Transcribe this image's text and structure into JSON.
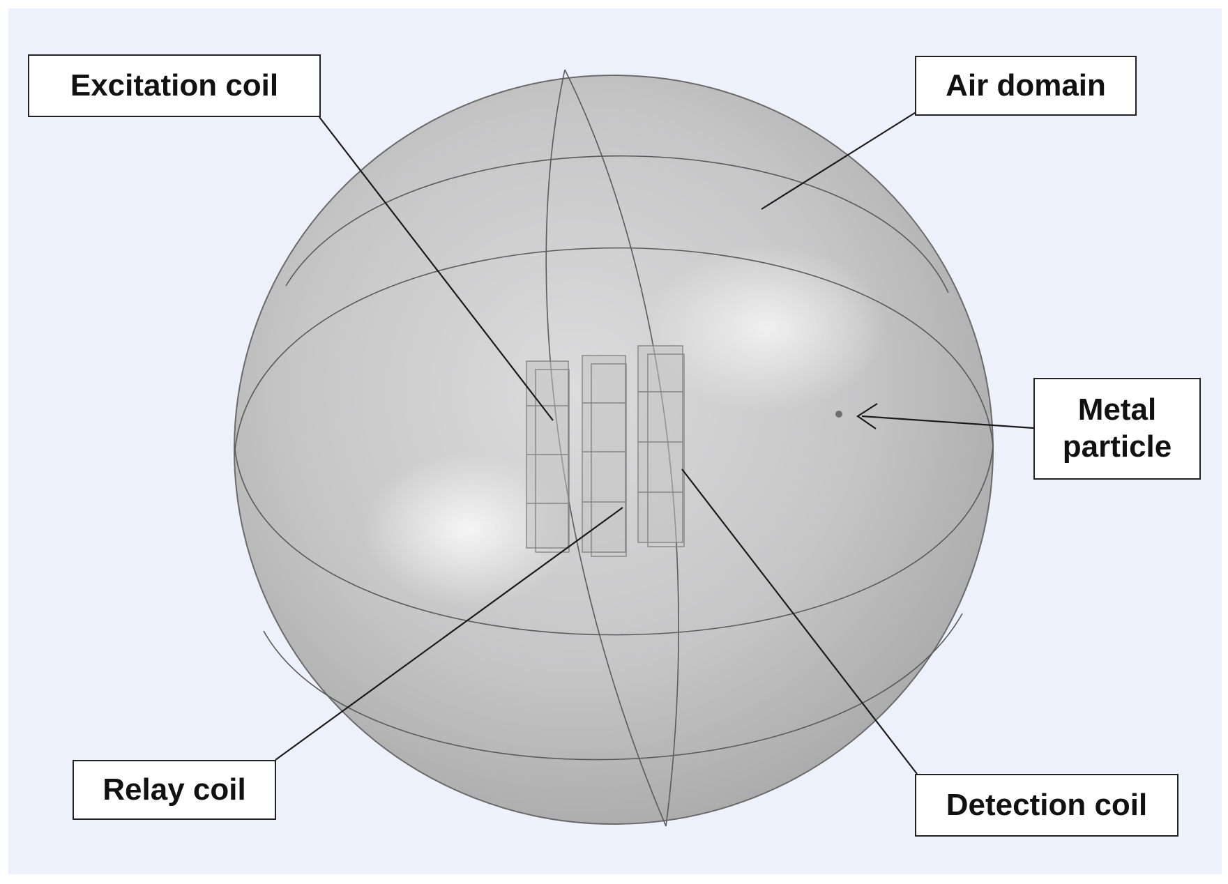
{
  "colors": {
    "background": "#ecf1fb",
    "sphere": "#c9c9ca",
    "edge": "#555555",
    "leader": "#1a1a1a"
  },
  "labels": {
    "excitation_coil": "Excitation coil",
    "air_domain": "Air domain",
    "metal_particle": "Metal\nparticle",
    "relay_coil": "Relay coil",
    "detection_coil": "Detection coil"
  }
}
